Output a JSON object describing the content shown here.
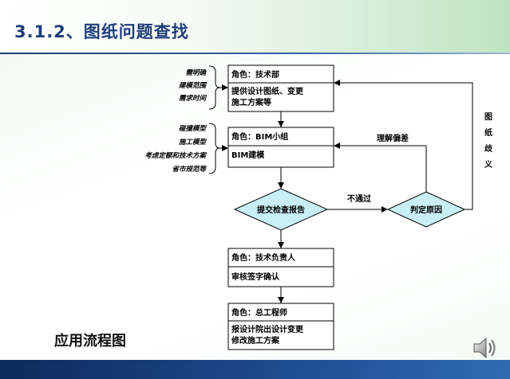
{
  "slide": {
    "title": "3.1.2、图纸问题查找",
    "caption": "应用流程图"
  },
  "icons": {
    "speaker": "speaker-icon"
  },
  "colors": {
    "title": "#1f3d7a",
    "footer": "#1e4b8f",
    "diamond_fill": "#c9eff6"
  },
  "diagram": {
    "nodes": {
      "tech_dept": {
        "role": "角色：技术部",
        "task_lines": [
          "提供设计图纸、变更",
          "施工方案等"
        ]
      },
      "bim_team": {
        "role": "角色：BIM小组",
        "task_lines": [
          "BIM建模"
        ]
      },
      "submit_report": {
        "label": "提交检查报告"
      },
      "judge_cause": {
        "label": "判定原因"
      },
      "tech_lead": {
        "role": "角色：技术负责人",
        "task_lines": [
          "审核签字确认"
        ]
      },
      "chief_engineer": {
        "role": "角色：总工程师",
        "task_lines": [
          "报设计院出设计变更",
          "修改施工方案"
        ]
      }
    },
    "notes_top": [
      "需明确",
      "建模范围",
      "需求时间"
    ],
    "notes_mid": [
      "碰撞模型",
      "施工模型",
      "考虑定额和技术方案",
      "省市规范等"
    ],
    "edges": {
      "fail": "不通过",
      "understanding_bias": "理解偏差",
      "drawing_dispute": [
        "图",
        "纸",
        "歧",
        "义"
      ]
    }
  }
}
